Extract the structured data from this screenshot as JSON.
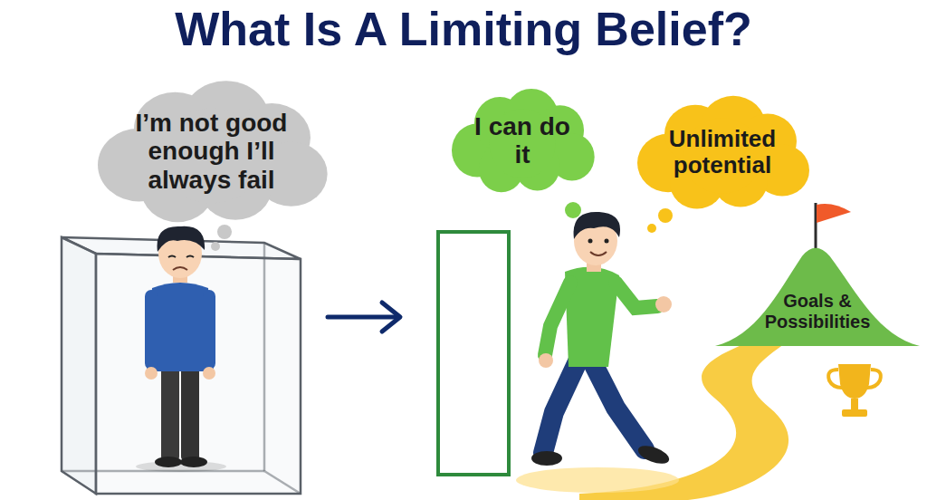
{
  "diagram": {
    "title": "What Is A Limiting Belief?",
    "nodes": [
      {
        "text": [
          "I’m not good enough I’ll always fail"
        ]
      },
      {
        "text": [
          "I can do it"
        ]
      },
      {
        "text": [
          "Unlimited potential"
        ]
      },
      {
        "text": [
          "Goals & Possibilities"
        ]
      }
    ]
  }
}
